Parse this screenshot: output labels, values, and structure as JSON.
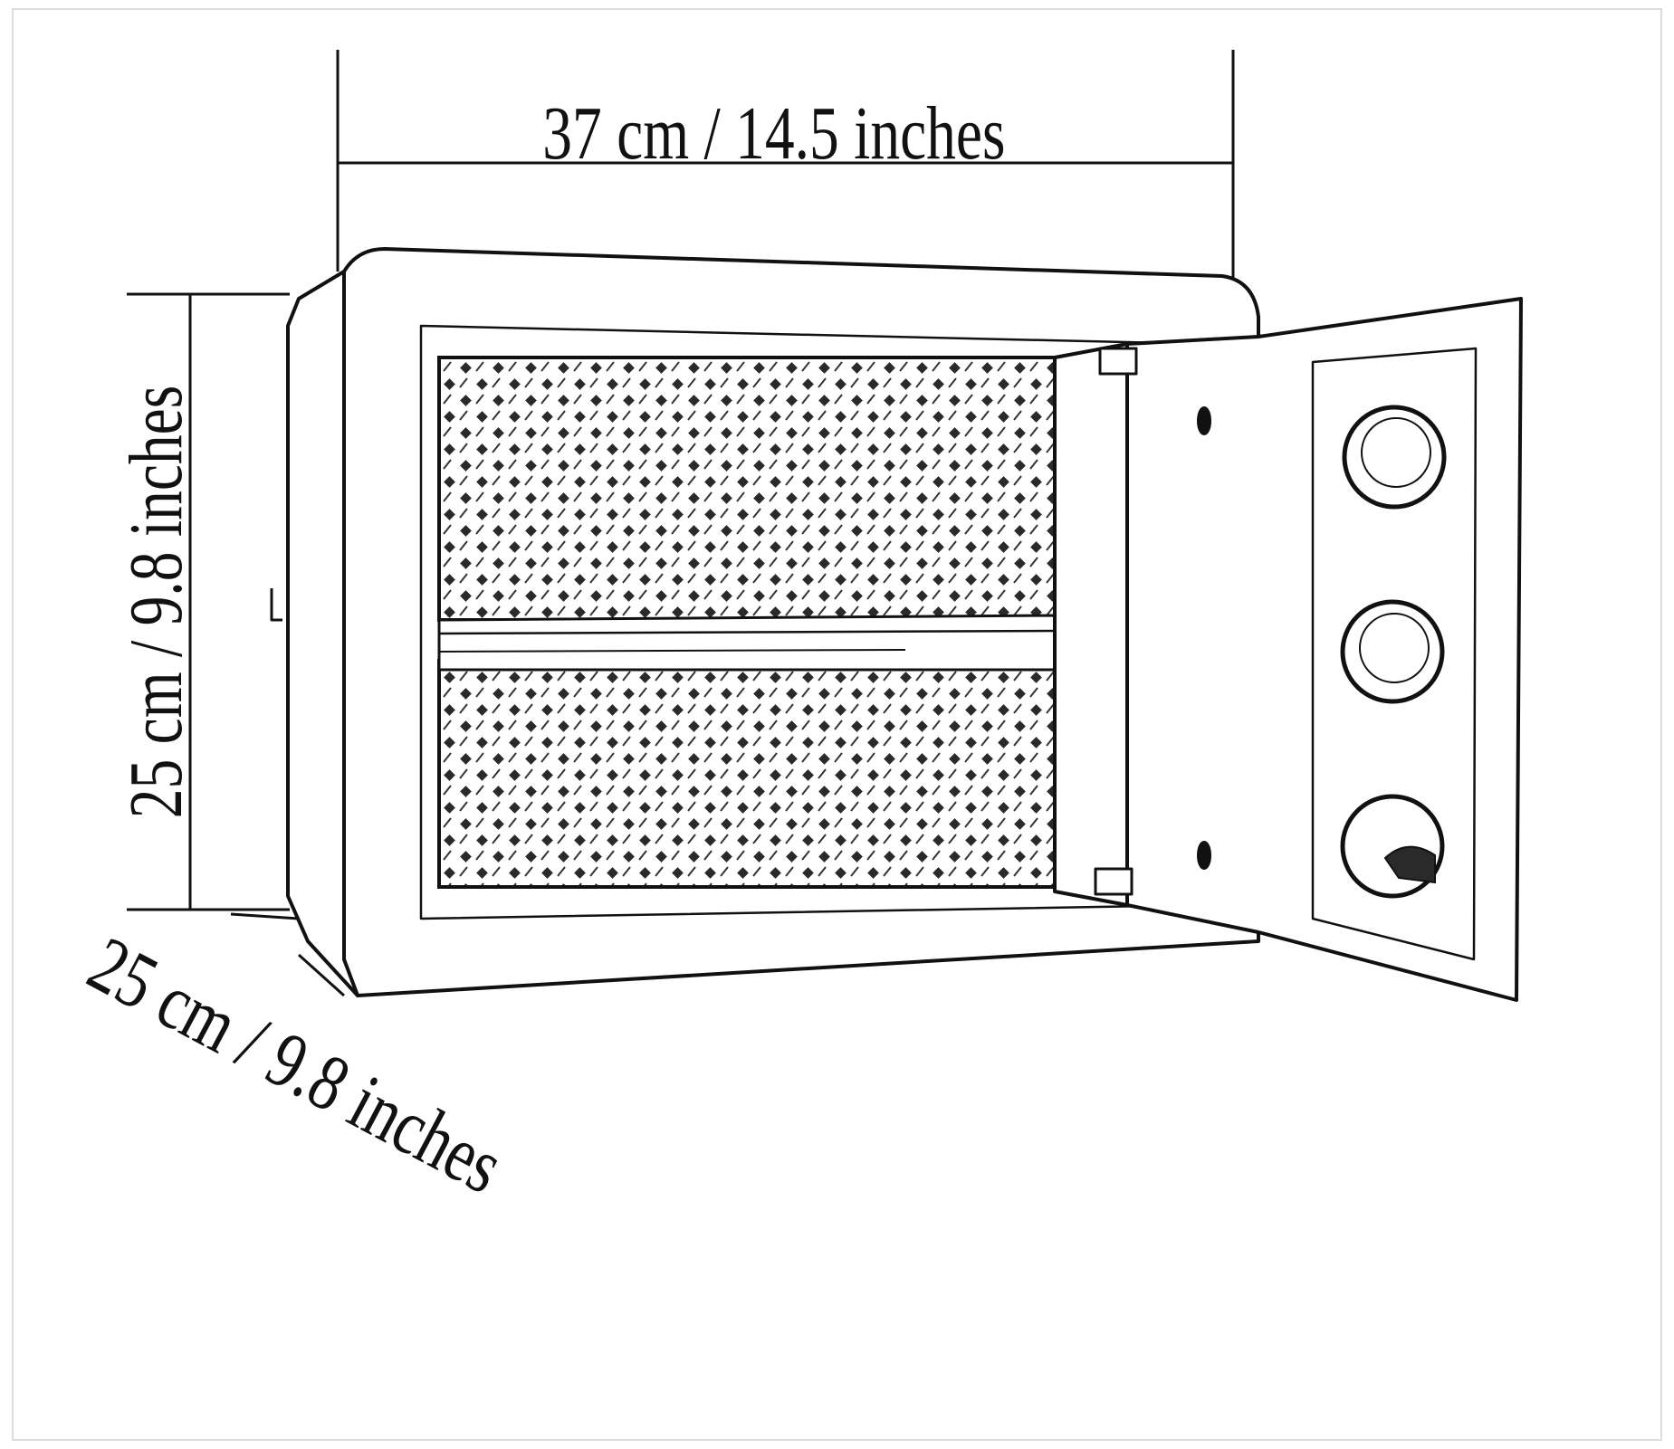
{
  "dimensions": {
    "width_label": "37 cm / 14.5 inches",
    "height_label": "25 cm / 9.8 inches",
    "depth_label": "25 cm / 9.8 inches"
  },
  "colors": {
    "line": "#111111",
    "background": "#ffffff",
    "pattern_fill": "#2a2a2a"
  },
  "door_controls": [
    "round-button-top",
    "round-button-middle",
    "round-keyhole-bottom"
  ]
}
